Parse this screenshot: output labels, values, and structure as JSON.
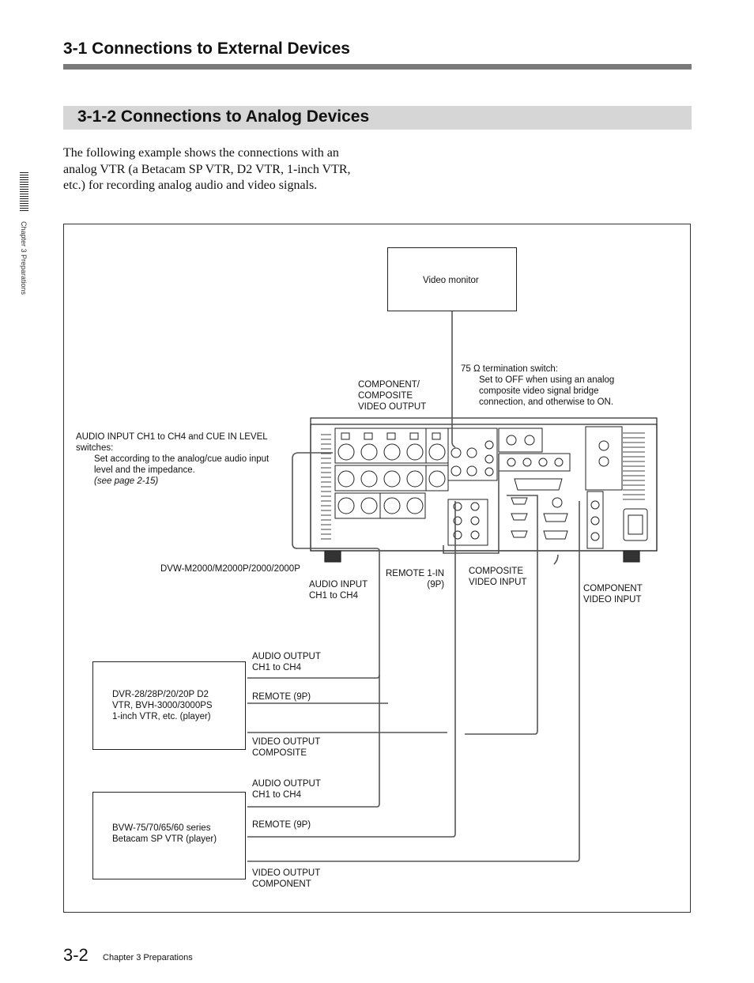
{
  "section_title": "3-1    Connections to External Devices",
  "subsection_title": "3-1-2 Connections to Analog Devices",
  "intro_text": "The following example shows the connections with an analog VTR (a Betacam SP VTR, D2 VTR, 1-inch VTR, etc.) for recording analog audio and video signals.",
  "side_tab_text": "Chapter 3   Preparations",
  "diagram": {
    "video_monitor": "Video monitor",
    "termination_switch_title": "75 Ω termination switch:",
    "termination_switch_desc": "Set to OFF when using an analog\ncomposite video signal bridge\nconnection, and otherwise to ON.",
    "component_composite_output": "COMPONENT/\nCOMPOSITE\nVIDEO OUTPUT",
    "audio_switches_title": "AUDIO INPUT CH1 to CH4 and CUE IN LEVEL\nswitches:",
    "audio_switches_desc": "Set according to the analog/cue audio input\nlevel and the impedance.",
    "audio_switches_ref": "(see page 2-15)",
    "recorder_model": "DVW-M2000/M2000P/2000/2000P",
    "audio_input": "AUDIO INPUT\nCH1 to CH4",
    "remote_in": "REMOTE 1-IN\n(9P)",
    "composite_input": "COMPOSITE\nVIDEO INPUT",
    "component_input": "COMPONENT\nVIDEO INPUT",
    "player1_name": "DVR-28/28P/20/20P D2\nVTR, BVH-3000/3000PS\n1-inch VTR, etc. (player)",
    "player1_audio_out": "AUDIO OUTPUT\nCH1 to CH4",
    "player1_remote": "REMOTE (9P)",
    "player1_video_out": "VIDEO OUTPUT\nCOMPOSITE",
    "player2_name": "BVW-75/70/65/60 series\nBetacam SP VTR (player)",
    "player2_audio_out": "AUDIO OUTPUT\nCH1 to CH4",
    "player2_remote": "REMOTE (9P)",
    "player2_video_out": "VIDEO OUTPUT\nCOMPONENT"
  },
  "footer": {
    "page_number": "3-2",
    "chapter_text": "Chapter 3   Preparations"
  }
}
